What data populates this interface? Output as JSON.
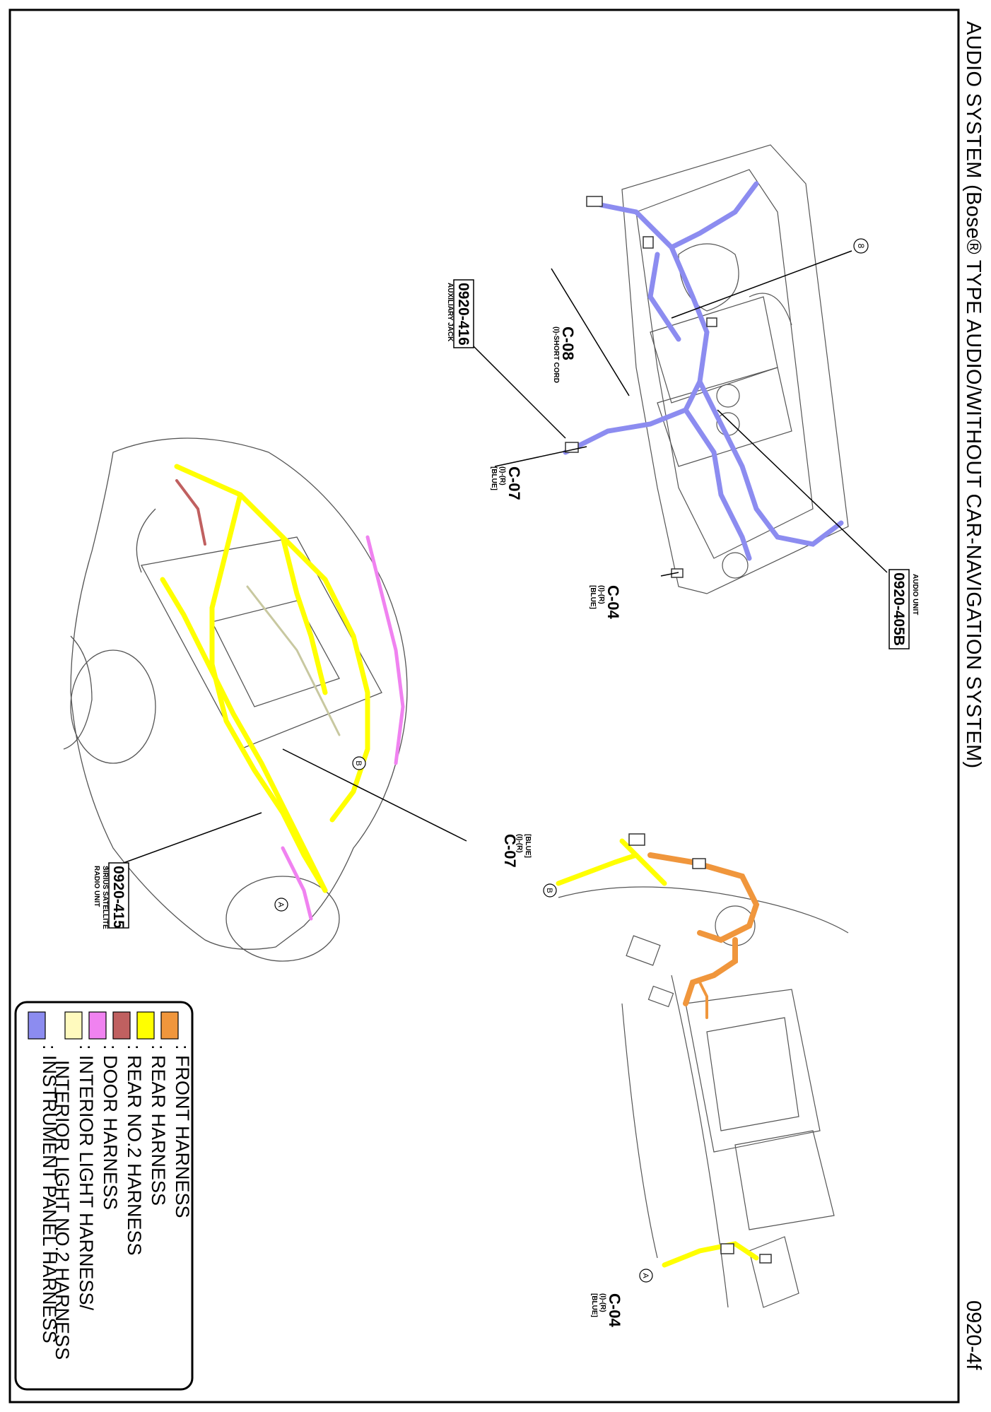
{
  "title": "AUDIO SYSTEM (Bose® TYPE AUDIO/WITHOUT CAR-NAVIGATION SYSTEM)",
  "page_number": "0920-4f",
  "components": [
    {
      "code": "0920-405B",
      "name": "AUDIO UNIT"
    },
    {
      "code": "0920-416",
      "name": "AUXILIARY JACK"
    },
    {
      "code": "0920-415",
      "name": "SIRIUS SATELLITE",
      "name2": "RADIO UNIT"
    }
  ],
  "connectors": [
    {
      "id": "C-08",
      "line1": "(I)-SHORT CORD",
      "line2": ""
    },
    {
      "id": "C-07",
      "line1": "(I)-(R)",
      "line2": "[BLUE]"
    },
    {
      "id": "C-04",
      "line1": "(I)-(R)",
      "line2": "[BLUE]"
    },
    {
      "id": "C-07",
      "line1": "(I)-(R)",
      "line2": "[BLUE]"
    },
    {
      "id": "C-04",
      "line1": "(I)-(R)",
      "line2": "[BLUE]"
    }
  ],
  "markers": [
    "A",
    "B",
    "8",
    "A",
    "B"
  ],
  "legend": [
    {
      "label": ": FRONT HARNESS",
      "color": "#f0963c"
    },
    {
      "label": ": REAR HARNESS",
      "color": "#ffff00"
    },
    {
      "label": ": REAR NO.2 HARNESS",
      "color": "#c06060"
    },
    {
      "label": ": DOOR HARNESS",
      "color": "#f082f0"
    },
    {
      "label": ": INTERIOR LIGHT HARNESS/",
      "label2": "INTERIOR LIGHT NO.2 HARNESS",
      "color": "#fffabe"
    },
    {
      "label": ": INSTRUMENT PANEL HARNESS",
      "color": "#8c8cf0"
    }
  ]
}
